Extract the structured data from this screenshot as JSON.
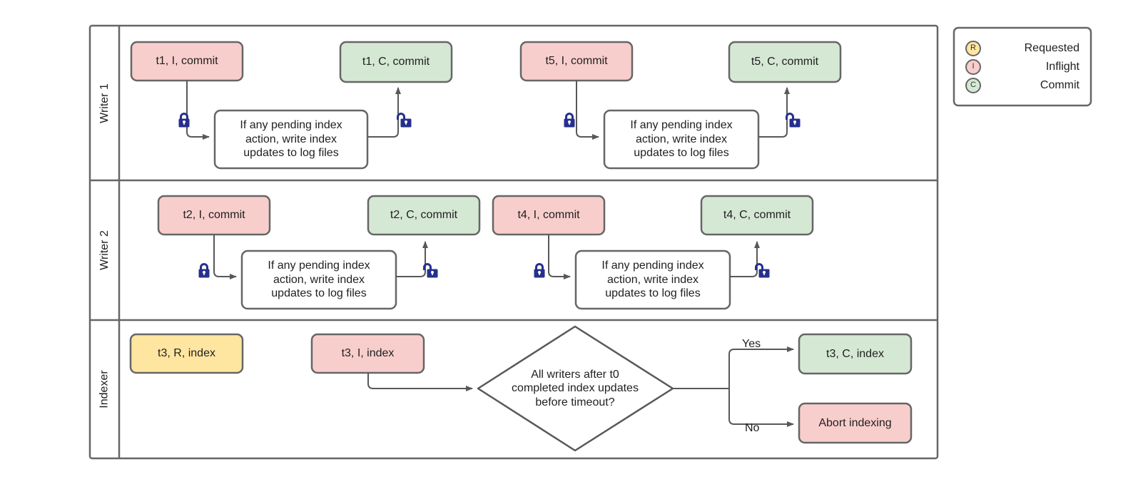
{
  "diagram": {
    "title": "Swimlane flow: writers and indexer index-update coordination",
    "colors": {
      "inflight_fill": "#f8cecc",
      "inflight_stroke": "#666666",
      "commit_fill": "#d5e8d4",
      "commit_stroke": "#666666",
      "requested_fill": "#ffe6a0",
      "requested_stroke": "#666666",
      "plain_fill": "#ffffff",
      "plain_stroke": "#666666",
      "lane_stroke": "#666666",
      "edge_stroke": "#58585a",
      "lock_fill": "#26308c",
      "text": "#1f1f1f"
    },
    "lanes": [
      {
        "id": "writer1",
        "label": "Writer 1"
      },
      {
        "id": "writer2",
        "label": "Writer 2"
      },
      {
        "id": "indexer",
        "label": "Indexer"
      }
    ],
    "process_text": "If any pending index\naction, write index\nupdates to log files",
    "nodes": {
      "w1_t1_inflight": {
        "label": "t1, I, commit",
        "state": "inflight"
      },
      "w1_proc_a": {
        "label": "If any pending index\naction, write index\nupdates to log files",
        "state": "plain"
      },
      "w1_t1_commit": {
        "label": "t1, C, commit",
        "state": "commit"
      },
      "w1_t5_inflight": {
        "label": "t5, I, commit",
        "state": "inflight"
      },
      "w1_proc_b": {
        "label": "If any pending index\naction, write index\nupdates to log files",
        "state": "plain"
      },
      "w1_t5_commit": {
        "label": "t5, C, commit",
        "state": "commit"
      },
      "w2_t2_inflight": {
        "label": "t2, I, commit",
        "state": "inflight"
      },
      "w2_proc_a": {
        "label": "If any pending index\naction, write index\nupdates to log files",
        "state": "plain"
      },
      "w2_t2_commit": {
        "label": "t2, C, commit",
        "state": "commit"
      },
      "w2_t4_inflight": {
        "label": "t4, I, commit",
        "state": "inflight"
      },
      "w2_proc_b": {
        "label": "If any pending index\naction, write index\nupdates to log files",
        "state": "plain"
      },
      "w2_t4_commit": {
        "label": "t4, C, commit",
        "state": "commit"
      },
      "ix_t3_requested": {
        "label": "t3, R, index",
        "state": "requested"
      },
      "ix_t3_inflight": {
        "label": "t3, I, index",
        "state": "inflight"
      },
      "ix_decision": {
        "label": "All writers after t0\ncompleted index updates\nbefore timeout?",
        "state": "decision"
      },
      "ix_t3_commit": {
        "label": "t3, C, index",
        "state": "commit"
      },
      "ix_abort": {
        "label": "Abort indexing",
        "state": "inflight"
      }
    },
    "edge_labels": {
      "yes": "Yes",
      "no": "No"
    },
    "lock_icons": [
      {
        "id": "w1-lock-a",
        "kind": "locked-icon"
      },
      {
        "id": "w1-unlock-a",
        "kind": "unlocked-icon"
      },
      {
        "id": "w1-lock-b",
        "kind": "locked-icon"
      },
      {
        "id": "w1-unlock-b",
        "kind": "unlocked-icon"
      },
      {
        "id": "w2-lock-a",
        "kind": "locked-icon"
      },
      {
        "id": "w2-unlock-a",
        "kind": "unlocked-icon"
      },
      {
        "id": "w2-lock-b",
        "kind": "locked-icon"
      },
      {
        "id": "w2-unlock-b",
        "kind": "unlocked-icon"
      }
    ]
  },
  "legend": {
    "items": [
      {
        "badge": "R",
        "label": "Requested",
        "fill": "#ffe6a0"
      },
      {
        "badge": "I",
        "label": "Inflight",
        "fill": "#f8cecc"
      },
      {
        "badge": "C",
        "label": "Commit",
        "fill": "#d5e8d4"
      }
    ]
  }
}
